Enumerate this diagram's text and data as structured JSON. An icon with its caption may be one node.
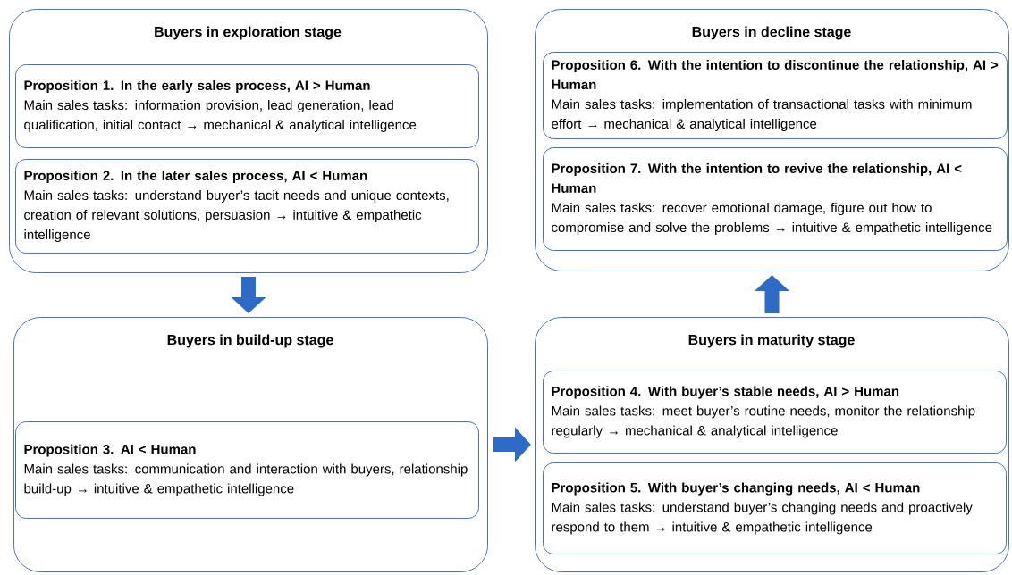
{
  "diagram": {
    "nodes": [
      {
        "text": [
          "Buyers in exploration stage"
        ]
      },
      {
        "text": [
          "Proposition 1. In the early sales process, AI > Human",
          "Main sales tasks: information provision, lead generation, lead qualification, initial contact → mechanical & analytical intelligence"
        ],
        "in": 0
      },
      {
        "text": [
          "Proposition 2. In the later sales process, AI < Human",
          "Main sales tasks: understand buyer’s tacit needs and unique contexts, creation of relevant solutions, persuasion → intuitive & empathetic intelligence"
        ],
        "in": 0
      },
      {
        "text": [
          "Buyers in decline stage"
        ]
      },
      {
        "text": [
          "Proposition 6. With the intention to discontinue the relationship, AI > Human",
          "Main sales tasks: implementation of transactional tasks with minimum effort → mechanical & analytical intelligence"
        ],
        "in": 3
      },
      {
        "text": [
          "Proposition 7. With the intention to revive the relationship, AI < Human",
          "Main sales tasks: recover emotional damage, figure out how to compromise and solve the problems → intuitive & empathetic intelligence"
        ],
        "in": 3
      },
      {
        "text": [
          "Buyers in build-up stage"
        ]
      },
      {
        "text": [
          "Proposition 3. AI < Human",
          "Main sales tasks: communication and interaction with buyers, relationship build-up → intuitive & empathetic intelligence"
        ],
        "in": 6
      },
      {
        "text": [
          "Buyers in maturity stage"
        ]
      },
      {
        "text": [
          "Proposition 4. With buyer’s stable needs, AI > Human",
          "Main sales tasks: meet buyer’s routine needs, monitor the relationship regularly → mechanical & analytical intelligence"
        ],
        "in": 8
      },
      {
        "text": [
          "Proposition 5. With buyer’s changing needs, AI < Human",
          "Main sales tasks: understand buyer’s changing needs and proactively respond to them → intuitive & empathetic intelligence"
        ],
        "in": 8
      }
    ],
    "edges": [
      {
        "from": 0,
        "to": 6,
        "arrow": "to"
      },
      {
        "from": 6,
        "to": 8,
        "arrow": "to"
      },
      {
        "from": 8,
        "to": 3,
        "arrow": "to"
      }
    ]
  }
}
